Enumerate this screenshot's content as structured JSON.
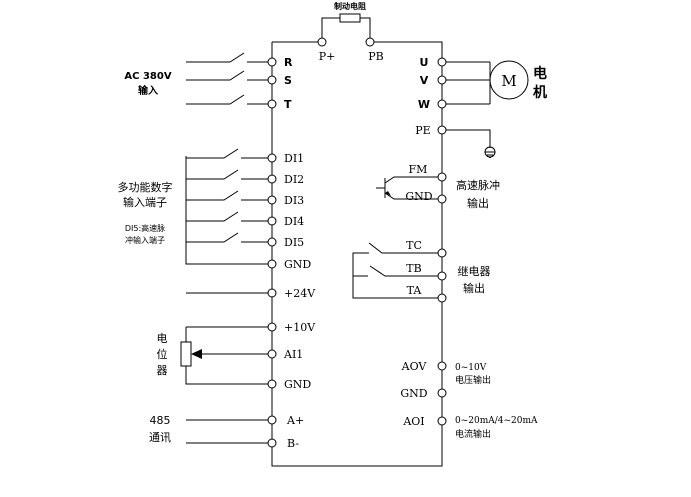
{
  "brake_resistor": {
    "label": "制动电阻",
    "terminals": [
      "P+",
      "PB"
    ]
  },
  "power_input": {
    "label_line1": "AC 380V",
    "label_line2": "输入",
    "terminals": [
      "R",
      "S",
      "T"
    ]
  },
  "motor_output": {
    "terminals": [
      "U",
      "V",
      "W"
    ],
    "motor_symbol": "M",
    "label_line1": "电",
    "label_line2": "机"
  },
  "ground_terminal": "PE",
  "digital_inputs": {
    "label_line1": "多功能数字",
    "label_line2": "输入端子",
    "di5_note_line1": "DI5:高速脉",
    "di5_note_line2": "冲输入端子",
    "terminals": [
      "DI1",
      "DI2",
      "DI3",
      "DI4",
      "DI5",
      "GND"
    ]
  },
  "supply_24v": "+24V",
  "potentiometer": {
    "label_chars": [
      "电",
      "位",
      "器"
    ],
    "terminals": [
      "+10V",
      "AI1",
      "GND"
    ]
  },
  "rs485": {
    "label_line1": "485",
    "label_line2": "通讯",
    "terminals": [
      "A+",
      "B-"
    ]
  },
  "pulse_output": {
    "terminals": [
      "FM",
      "GND"
    ],
    "label_line1": "高速脉冲",
    "label_line2": "输出"
  },
  "relay_output": {
    "terminals": [
      "TC",
      "TB",
      "TA"
    ],
    "label_line1": "继电器",
    "label_line2": "输出"
  },
  "voltage_output": {
    "terminal": "AOV",
    "label_line1": "0~10V",
    "label_line2": "电压输出"
  },
  "analog_ground": "GND",
  "current_output": {
    "terminal": "AOI",
    "label_line1": "0~20mA/4~20mA",
    "label_line2": "电流输出"
  }
}
